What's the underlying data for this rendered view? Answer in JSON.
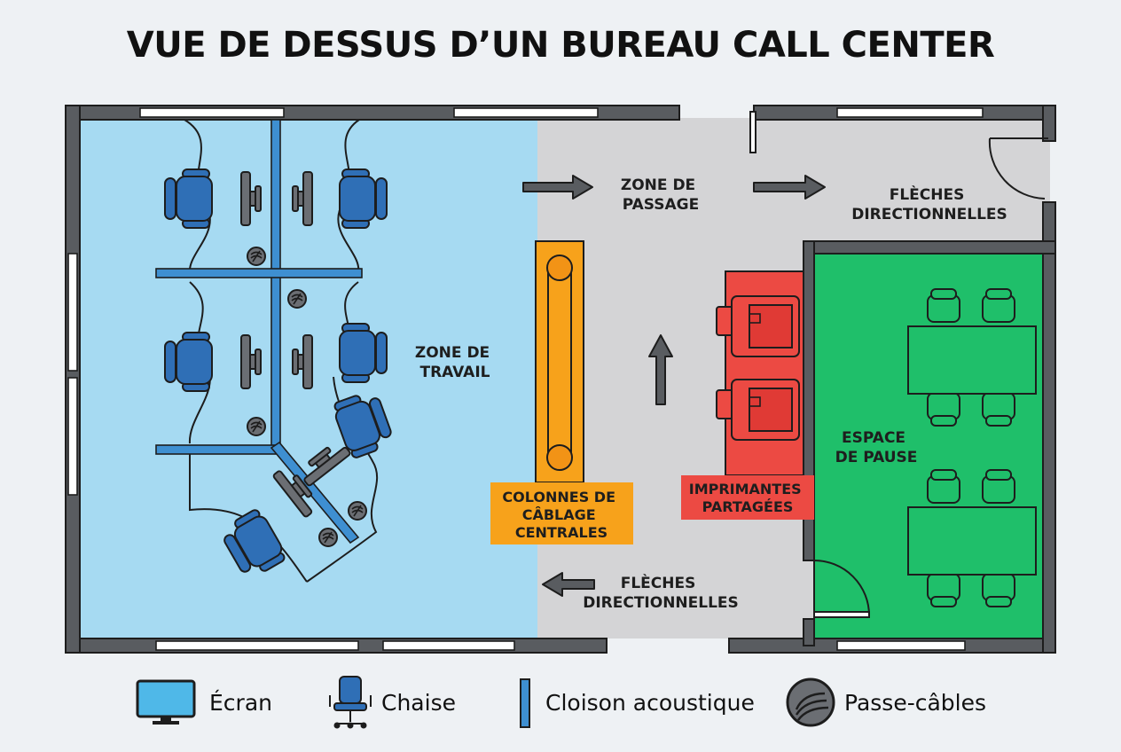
{
  "title": "VUE DE DESSUS D’UN BUREAU CALL CENTER",
  "labels": {
    "zone_passage": [
      "ZONE DE",
      "PASSAGE"
    ],
    "fleches_haut": [
      "FLÈCHES",
      "DIRECTIONNELLES"
    ],
    "zone_travail": [
      "ZONE DE",
      "TRAVAIL"
    ],
    "espace_pause": [
      "ESPACE",
      "DE PAUSE"
    ],
    "colonnes": [
      "COLONNES DE",
      "CÂBLAGE",
      "CENTRALES"
    ],
    "imprimantes": [
      "IMPRIMANTES",
      "PARTAGÉES"
    ],
    "fleches_bas": [
      "FLÈCHES",
      "DIRECTIONNELLES"
    ]
  },
  "legend": {
    "ecran": "Écran",
    "chaise": "Chaise",
    "cloison": "Cloison acoustique",
    "passe_cables": "Passe-câbles"
  },
  "colors": {
    "work_zone": "#a6daf2",
    "passage": "#d4d4d6",
    "pause": "#1fbf6a",
    "cable_column": "#f7a21b",
    "printers": "#ec4a43",
    "chair": "#2f6fb6",
    "partition": "#3e8fd1",
    "wall": "#595c60"
  }
}
